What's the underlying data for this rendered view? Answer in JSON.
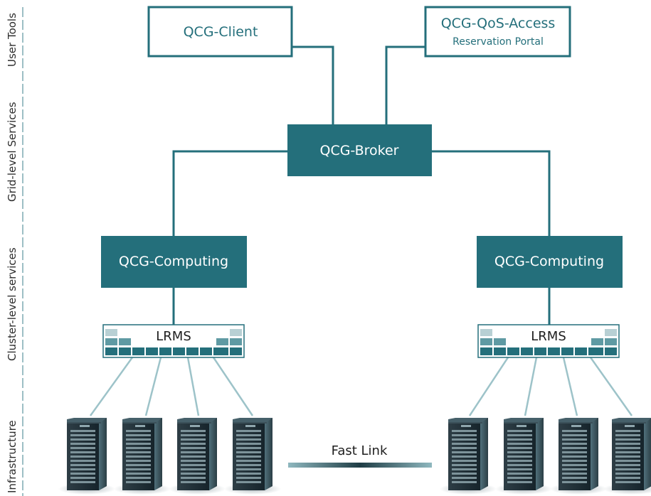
{
  "layers": {
    "user_tools": "User Tools",
    "grid_services": "Grid-level Services",
    "cluster_services": "Cluster-level services",
    "infrastructure": "Infrastructure"
  },
  "nodes": {
    "client": {
      "label": "QCG-Client"
    },
    "qos": {
      "label": "QCG-QoS-Access",
      "sublabel": "Reservation Portal"
    },
    "broker": {
      "label": "QCG-Broker"
    },
    "computing_left": {
      "label": "QCG-Computing"
    },
    "computing_right": {
      "label": "QCG-Computing"
    },
    "lrms_left": {
      "label": "LRMS"
    },
    "lrms_right": {
      "label": "LRMS"
    }
  },
  "fast_link": {
    "label": "Fast Link"
  },
  "colors": {
    "primary": "#246f7b",
    "text_dark": "#2c2c2c",
    "layer_line": "#9dbfc5",
    "lrms_light": "#b8d0d4",
    "lrms_mid": "#5f9aa3",
    "server_dark": "#1f2a30",
    "server_light": "#4d6770"
  },
  "icons": {
    "server": "server-rack-icon",
    "lrms": "lrms-switch-icon"
  }
}
